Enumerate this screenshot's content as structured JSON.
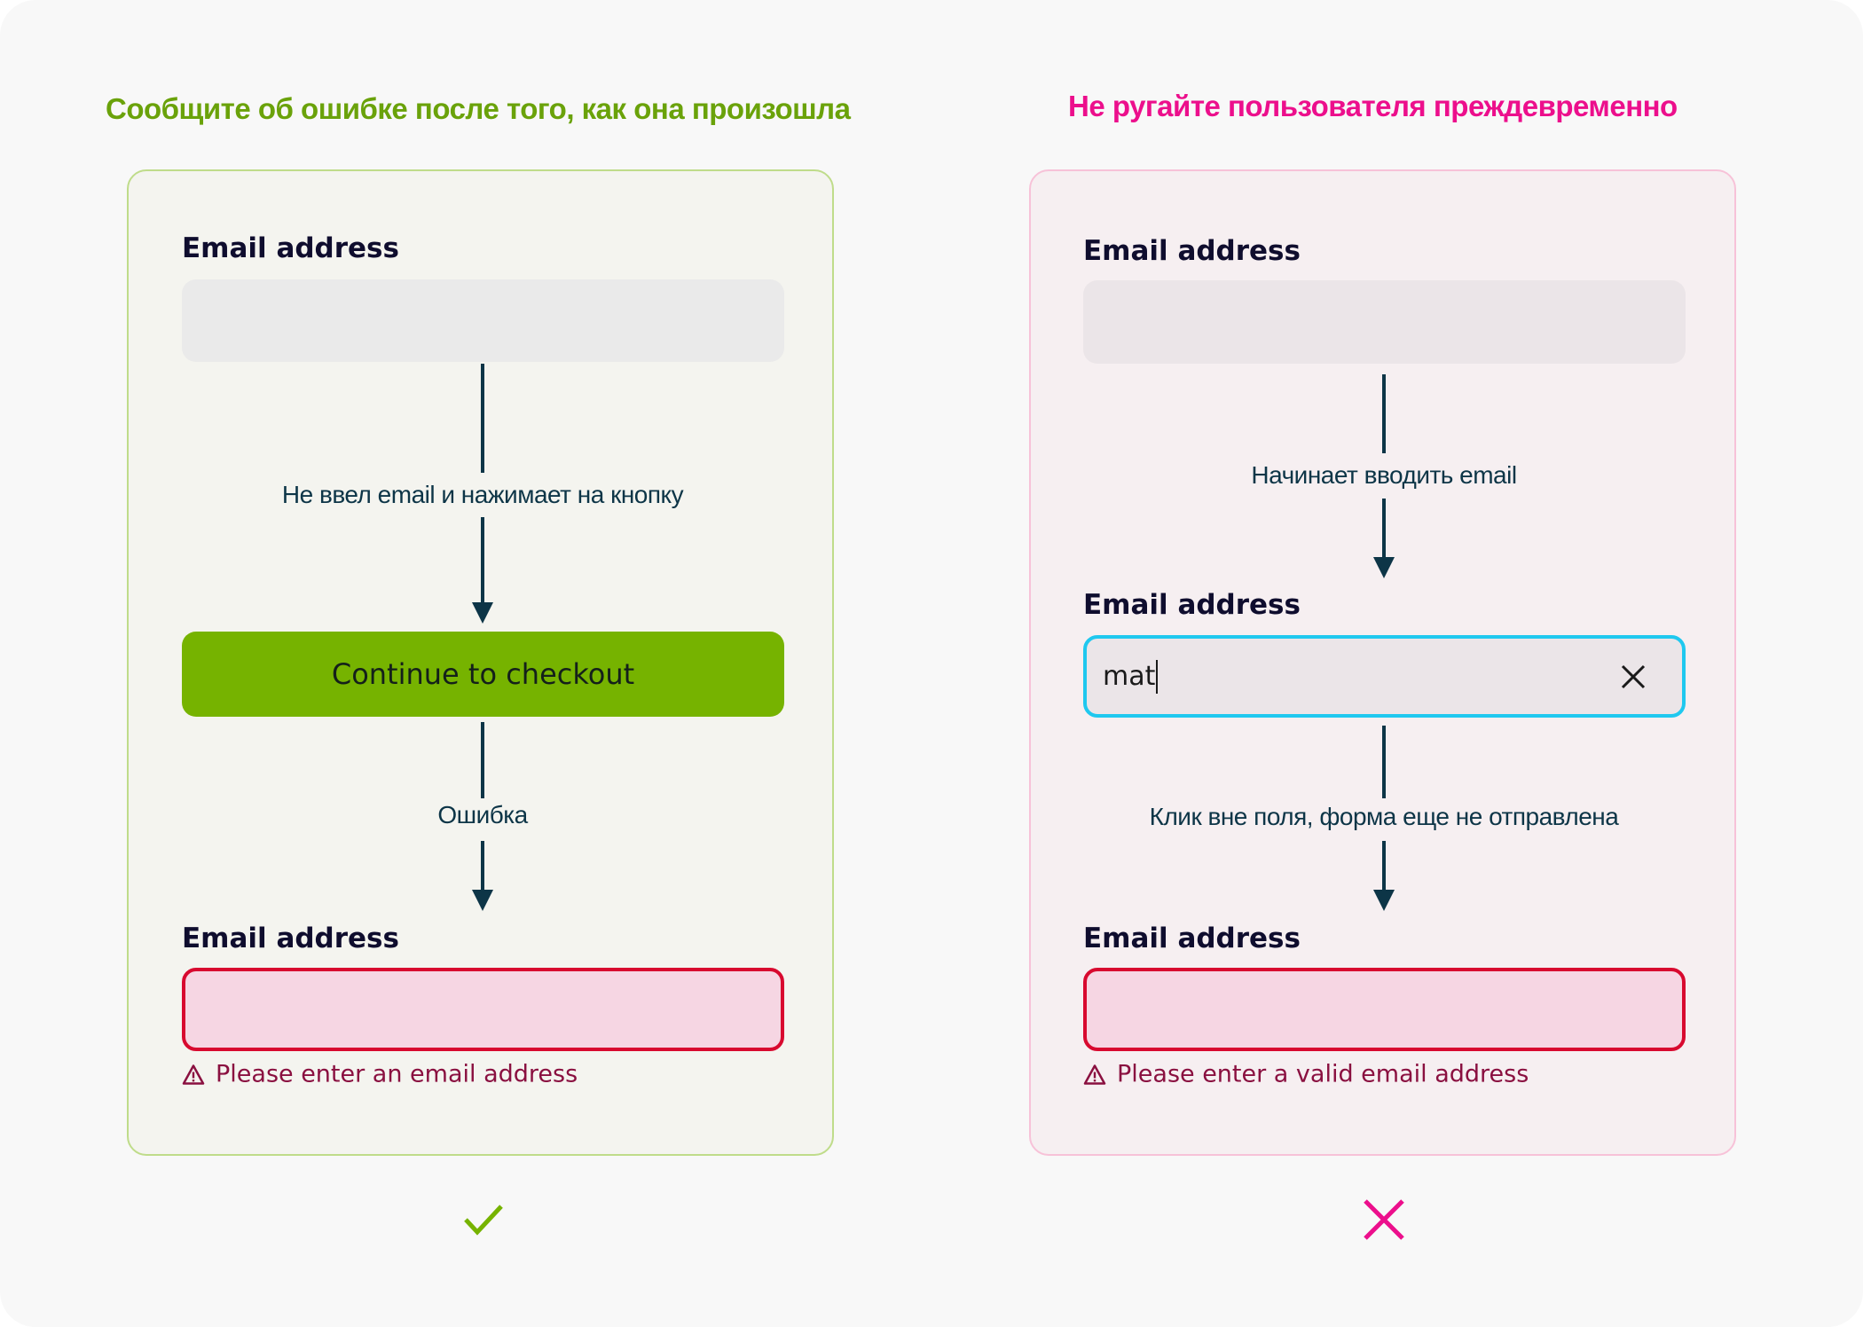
{
  "colors": {
    "good": "#76b300",
    "bad": "#ec0f8c",
    "focus": "#1fc8ef",
    "error": "#d8092f"
  },
  "left": {
    "title": "Сообщите об ошибке после того, как она произошла",
    "label1": "Email address",
    "step1": "Не ввел email и нажимает на кнопку",
    "button": "Continue to checkout",
    "step2": "Ошибка",
    "label2": "Email address",
    "error": "Please enter an email address",
    "verdict_icon": "checkmark-icon"
  },
  "right": {
    "title": "Не ругайте пользователя преждевременно",
    "label1": "Email address",
    "step1": "Начинает вводить email",
    "label2": "Email address",
    "input_value": "mat",
    "step2": "Клик вне поля, форма еще не отправлена",
    "label3": "Email address",
    "error": "Please enter a valid email address",
    "verdict_icon": "cross-icon"
  }
}
